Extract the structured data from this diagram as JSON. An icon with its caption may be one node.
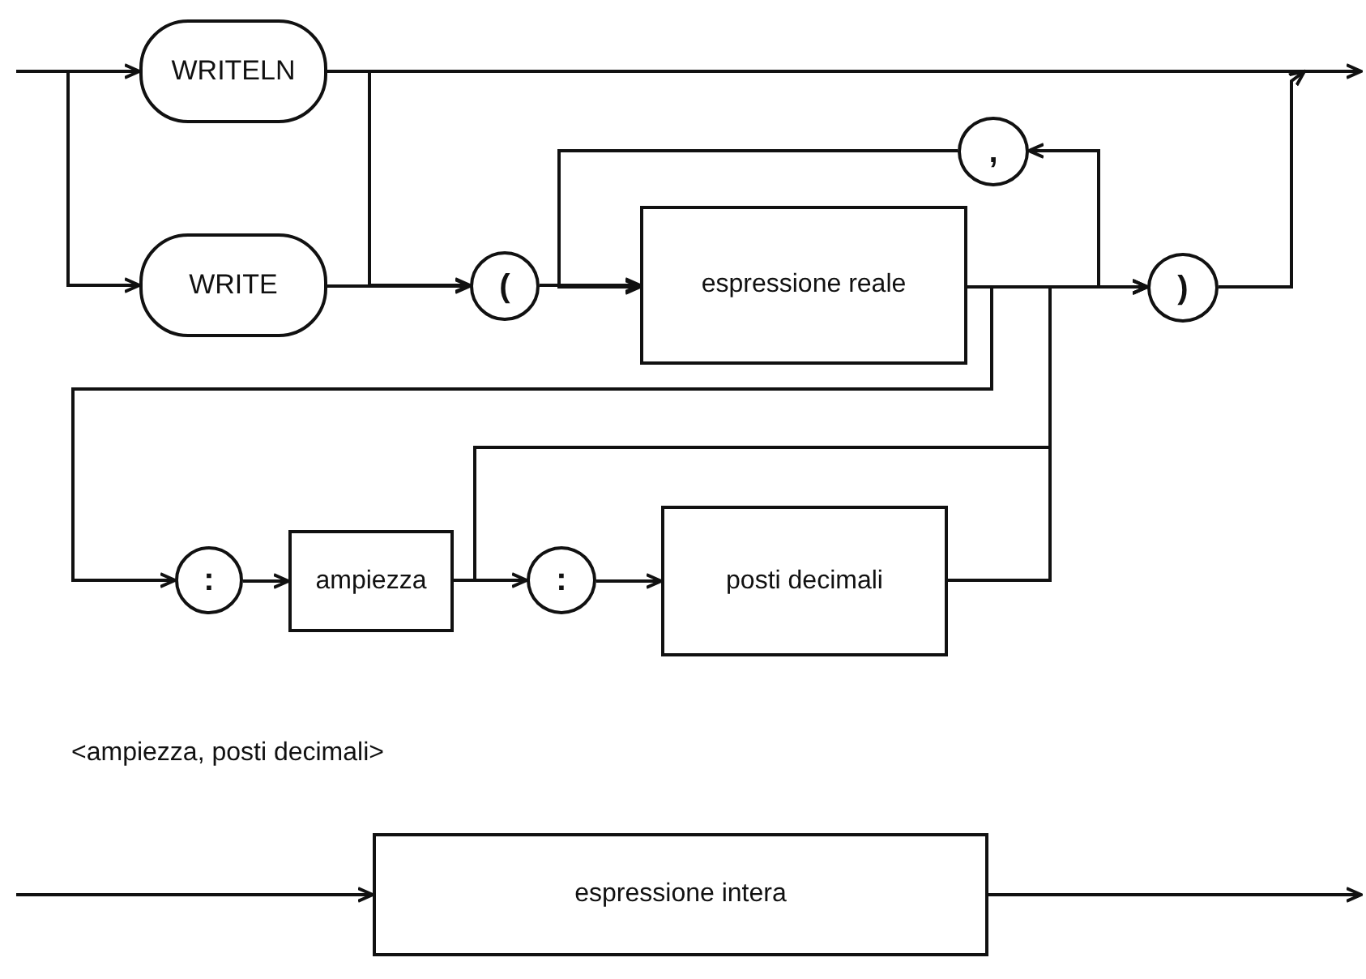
{
  "diagram": {
    "nodes": [
      {
        "text": [
          "WRITELN"
        ]
      },
      {
        "text": [
          "WRITE"
        ]
      },
      {
        "text": [
          "("
        ]
      },
      {
        "text": [
          "espressione reale"
        ]
      },
      {
        "text": [
          ","
        ]
      },
      {
        "text": [
          ")"
        ]
      },
      {
        "text": [
          ":"
        ]
      },
      {
        "text": [
          "ampiezza"
        ]
      },
      {
        "text": [
          ":"
        ]
      },
      {
        "text": [
          "posti decimali"
        ]
      },
      {
        "text": [
          "espressione intera"
        ]
      }
    ],
    "edges": [
      {
        "from": null,
        "to": 0,
        "arrow": "to"
      },
      {
        "from": null,
        "to": 1,
        "arrow": "to"
      },
      {
        "from": 0,
        "to": null,
        "arrow": "to"
      },
      {
        "from": 0,
        "to": 2,
        "arrow": "to"
      },
      {
        "from": 1,
        "to": 2,
        "arrow": "to"
      },
      {
        "from": 2,
        "to": 3,
        "arrow": "to"
      },
      {
        "from": 3,
        "to": 5,
        "arrow": "to"
      },
      {
        "from": 3,
        "to": 4,
        "arrow": "to"
      },
      {
        "from": 4,
        "to": 3,
        "arrow": "to"
      },
      {
        "from": 5,
        "to": null,
        "arrow": "to"
      },
      {
        "from": 3,
        "to": 6,
        "arrow": "to"
      },
      {
        "from": 6,
        "to": 7,
        "arrow": "to"
      },
      {
        "from": 7,
        "to": 8,
        "arrow": "to"
      },
      {
        "from": 7,
        "to": 5,
        "arrow": "to"
      },
      {
        "from": 8,
        "to": 9,
        "arrow": "to"
      },
      {
        "from": 9,
        "to": 5,
        "arrow": "to"
      },
      {
        "from": null,
        "to": 10,
        "arrow": "to"
      },
      {
        "from": 10,
        "to": null,
        "arrow": "to"
      }
    ],
    "labels": [
      "<ampiezza, posti decimali>"
    ]
  }
}
